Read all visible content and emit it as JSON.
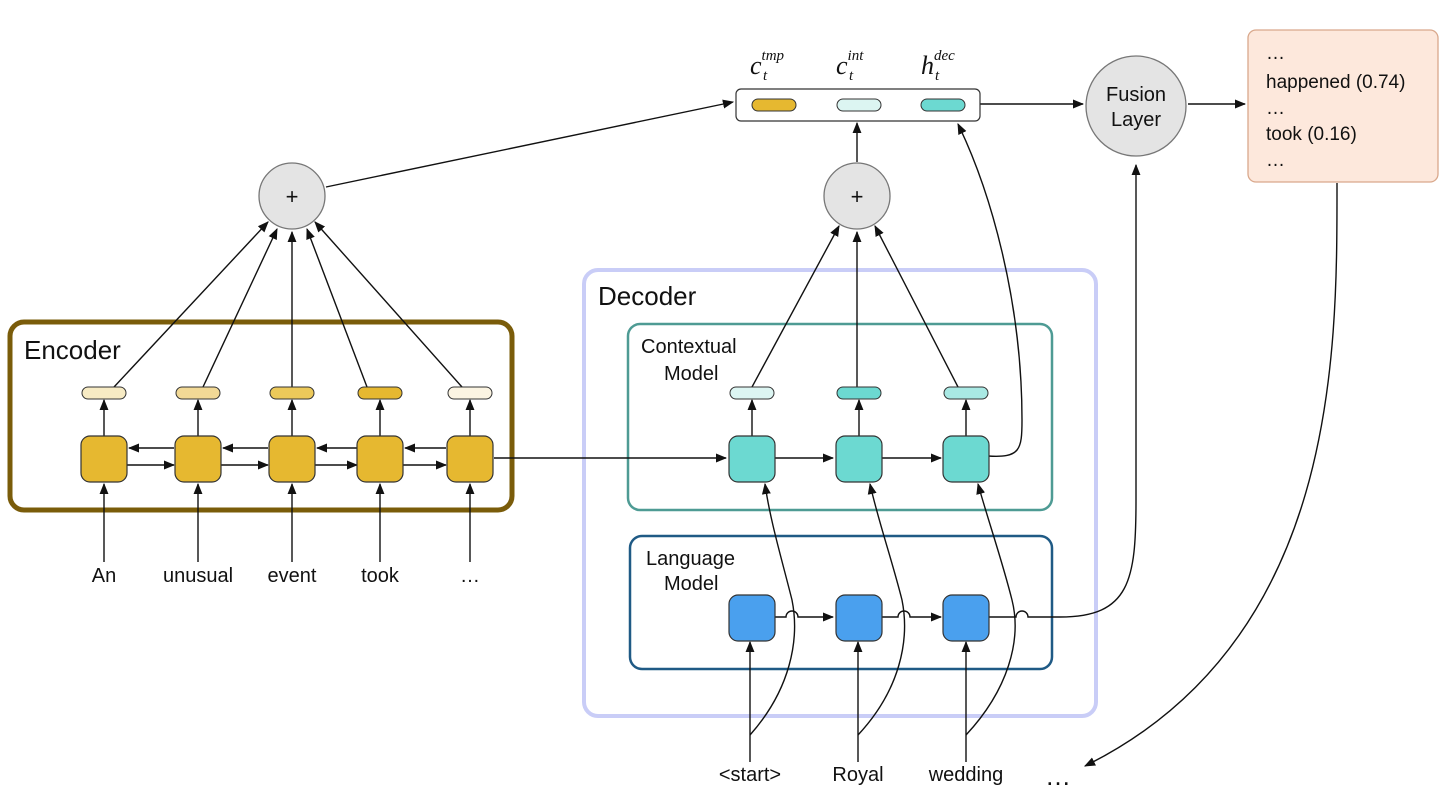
{
  "colors": {
    "encoder_border": "#7a5c0a",
    "decoder_border": "#c9cdf7",
    "contextual_border": "#4e9b94",
    "language_border": "#1f5a85",
    "encoder_cell": "#e6b830",
    "contextual_cell": "#6cd9d1",
    "language_cell": "#4aa0ee",
    "plus_node": "#e4e4e4",
    "output_box": "#fde8dc",
    "output_box_border": "#d9a88c"
  },
  "boxes": {
    "encoder": "Encoder",
    "decoder": "Decoder",
    "contextual_line1": "Contextual",
    "contextual_line2": "Model",
    "language_line1": "Language",
    "language_line2": "Model"
  },
  "nodes": {
    "plus": "+",
    "fusion_line1": "Fusion",
    "fusion_line2": "Layer"
  },
  "encoder_inputs": [
    "An",
    "unusual",
    "event",
    "took",
    "…"
  ],
  "decoder_inputs": [
    "<start>",
    "Royal",
    "wedding"
  ],
  "decoder_continuation": "…",
  "concat_labels": {
    "c_tmp_base": "c",
    "c_tmp_sub": "t",
    "c_tmp_sup": "tmp",
    "c_int_base": "c",
    "c_int_sub": "t",
    "c_int_sup": "int",
    "h_dec_base": "h",
    "h_dec_sub": "t",
    "h_dec_sup": "dec"
  },
  "output": {
    "lines": [
      "…",
      "happened (0.74)",
      "…",
      "took (0.16)",
      "…"
    ]
  }
}
